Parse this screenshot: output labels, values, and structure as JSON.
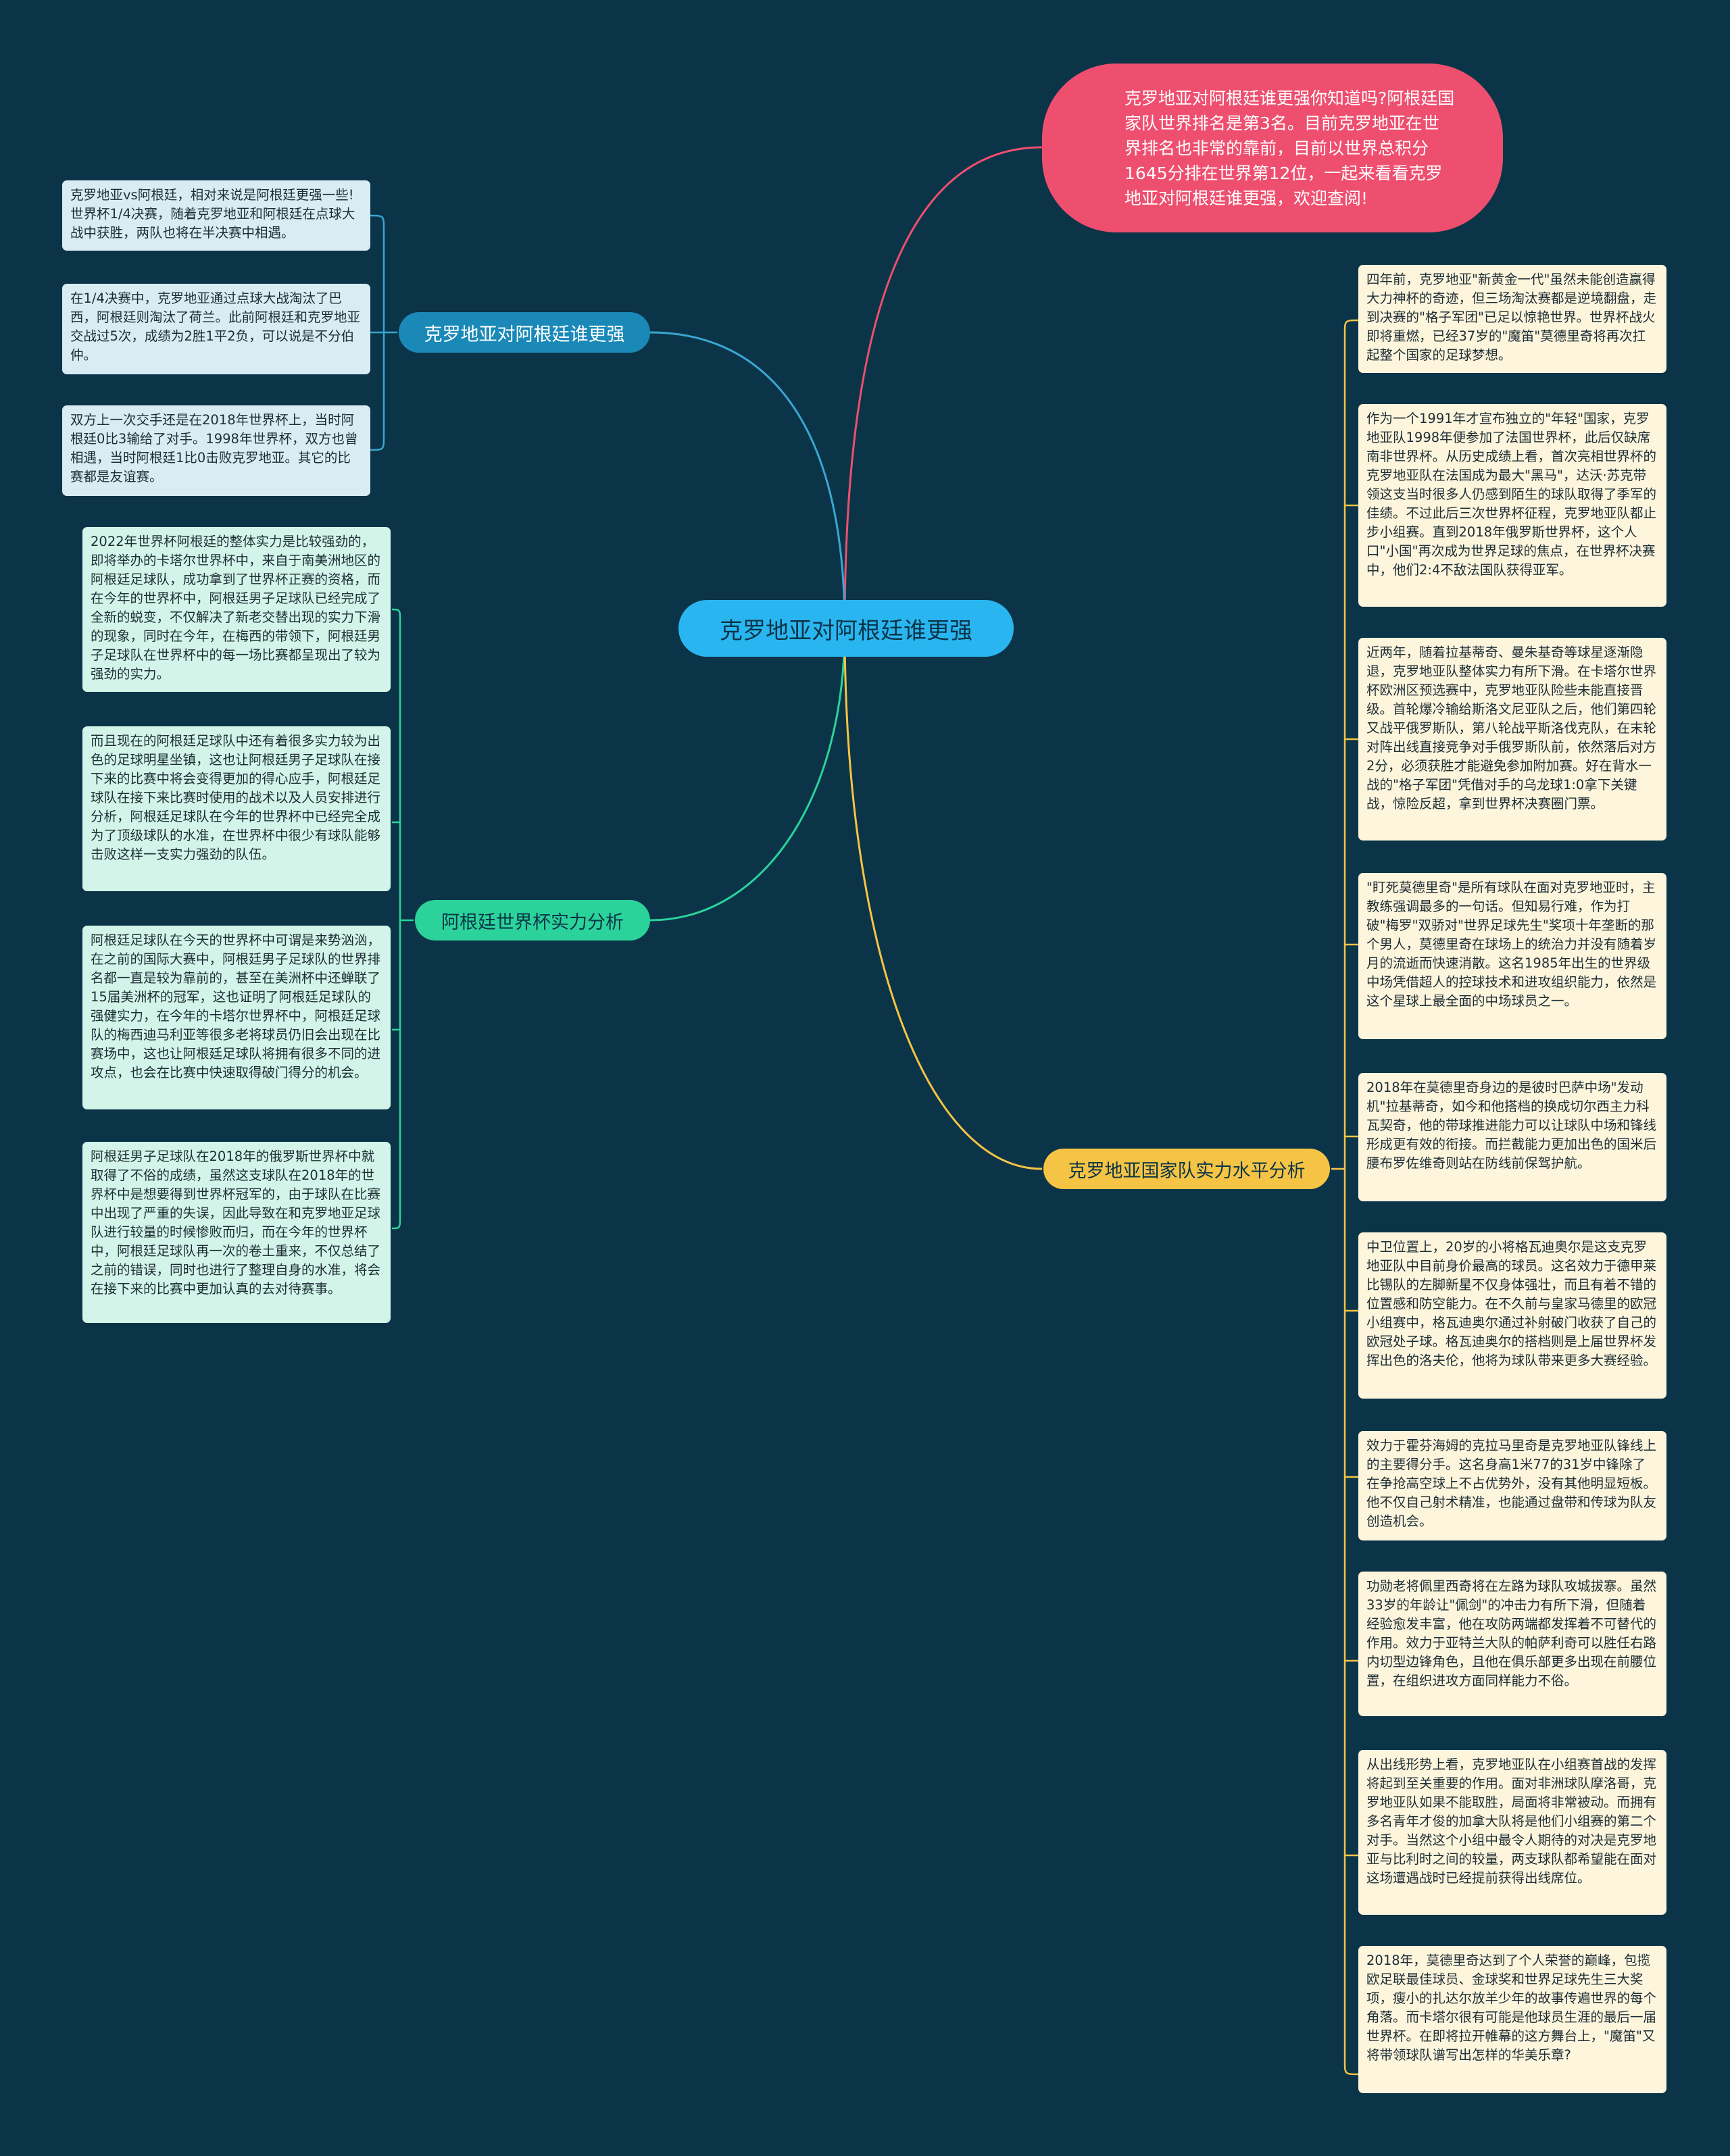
{
  "colors": {
    "background": "#0b3448",
    "center": "#29b6f0",
    "branch_blue": "#1a89b8",
    "branch_green": "#2bd39a",
    "branch_yellow": "#f6c444",
    "intro": "#ef4f6f",
    "line_intro": "#ef4f6f",
    "line_blue": "#3aa6d2",
    "line_green": "#2bd39a",
    "line_yellow": "#f6c444"
  },
  "center": {
    "label": "克罗地亚对阿根廷谁更强"
  },
  "intro": {
    "text": "克罗地亚对阿根廷谁更强你知道吗?阿根廷国家队世界排名是第3名。目前克罗地亚在世界排名也非常的靠前，目前以世界总积分1645分排在世界第12位，一起来看看克罗地亚对阿根廷谁更强，欢迎查阅!"
  },
  "branches": [
    {
      "label": "克罗地亚对阿根廷谁更强",
      "leaves": [
        "克罗地亚vs阿根廷，相对来说是阿根廷更强一些!世界杯1/4决赛，随着克罗地亚和阿根廷在点球大战中获胜，两队也将在半决赛中相遇。",
        "在1/4决赛中，克罗地亚通过点球大战淘汰了巴西，阿根廷则淘汰了荷兰。此前阿根廷和克罗地亚交战过5次，成绩为2胜1平2负，可以说是不分伯仲。",
        "双方上一次交手还是在2018年世界杯上，当时阿根廷0比3输给了对手。1998年世界杯，双方也曾相遇，当时阿根廷1比0击败克罗地亚。其它的比赛都是友谊赛。"
      ]
    },
    {
      "label": "阿根廷世界杯实力分析",
      "leaves": [
        "2022年世界杯阿根廷的整体实力是比较强劲的，即将举办的卡塔尔世界杯中，来自于南美洲地区的阿根廷足球队，成功拿到了世界杯正赛的资格，而在今年的世界杯中，阿根廷男子足球队已经完成了全新的蜕变，不仅解决了新老交替出现的实力下滑的现象，同时在今年，在梅西的带领下，阿根廷男子足球队在世界杯中的每一场比赛都呈现出了较为强劲的实力。",
        "而且现在的阿根廷足球队中还有着很多实力较为出色的足球明星坐镇，这也让阿根廷男子足球队在接下来的比赛中将会变得更加的得心应手，阿根廷足球队在接下来比赛时使用的战术以及人员安排进行分析，阿根廷足球队在今年的世界杯中已经完全成为了顶级球队的水准，在世界杯中很少有球队能够击败这样一支实力强劲的队伍。",
        "阿根廷足球队在今天的世界杯中可谓是来势汹汹，在之前的国际大赛中，阿根廷男子足球队的世界排名都一直是较为靠前的，甚至在美洲杯中还蝉联了15届美洲杯的冠军，这也证明了阿根廷足球队的强健实力，在今年的卡塔尔世界杯中，阿根廷足球队的梅西迪马利亚等很多老将球员仍旧会出现在比赛场中，这也让阿根廷足球队将拥有很多不同的进攻点，也会在比赛中快速取得破门得分的机会。",
        "阿根廷男子足球队在2018年的俄罗斯世界杯中就取得了不俗的成绩，虽然这支球队在2018年的世界杯中是想要得到世界杯冠军的，由于球队在比赛中出现了严重的失误，因此导致在和克罗地亚足球队进行较量的时候惨败而归，而在今年的世界杯中，阿根廷足球队再一次的卷土重来，不仅总结了之前的错误，同时也进行了整理自身的水准，将会在接下来的比赛中更加认真的去对待赛事。"
      ]
    },
    {
      "label": "克罗地亚国家队实力水平分析",
      "leaves": [
        "四年前，克罗地亚\"新黄金一代\"虽然未能创造赢得大力神杯的奇迹，但三场淘汰赛都是逆境翻盘，走到决赛的\"格子军团\"已足以惊艳世界。世界杯战火即将重燃，已经37岁的\"魔笛\"莫德里奇将再次扛起整个国家的足球梦想。",
        "作为一个1991年才宣布独立的\"年轻\"国家，克罗地亚队1998年便参加了法国世界杯，此后仅缺席南非世界杯。从历史成绩上看，首次亮相世界杯的克罗地亚队在法国成为最大\"黑马\"，达沃·苏克带领这支当时很多人仍感到陌生的球队取得了季军的佳绩。不过此后三次世界杯征程，克罗地亚队都止步小组赛。直到2018年俄罗斯世界杯，这个人口\"小国\"再次成为世界足球的焦点，在世界杯决赛中，他们2:4不敌法国队获得亚军。",
        "近两年，随着拉基蒂奇、曼朱基奇等球星逐渐隐退，克罗地亚队整体实力有所下滑。在卡塔尔世界杯欧洲区预选赛中，克罗地亚队险些未能直接晋级。首轮爆冷输给斯洛文尼亚队之后，他们第四轮又战平俄罗斯队，第八轮战平斯洛伐克队，在末轮对阵出线直接竞争对手俄罗斯队前，依然落后对方2分，必须获胜才能避免参加附加赛。好在背水一战的\"格子军团\"凭借对手的乌龙球1:0拿下关键战，惊险反超，拿到世界杯决赛圈门票。",
        "\"盯死莫德里奇\"是所有球队在面对克罗地亚时，主教练强调最多的一句话。但知易行难，作为打破\"梅罗\"双骄对\"世界足球先生\"奖项十年垄断的那个男人，莫德里奇在球场上的统治力并没有随着岁月的流逝而快速消散。这名1985年出生的世界级中场凭借超人的控球技术和进攻组织能力，依然是这个星球上最全面的中场球员之一。",
        "2018年在莫德里奇身边的是彼时巴萨中场\"发动机\"拉基蒂奇，如今和他搭档的换成切尔西主力科瓦契奇，他的带球推进能力可以让球队中场和锋线形成更有效的衔接。而拦截能力更加出色的国米后腰布罗佐维奇则站在防线前保驾护航。",
        "中卫位置上，20岁的小将格瓦迪奥尔是这支克罗地亚队中目前身价最高的球员。这名效力于德甲莱比锡队的左脚新星不仅身体强壮，而且有着不错的位置感和防空能力。在不久前与皇家马德里的欧冠小组赛中，格瓦迪奥尔通过补射破门收获了自己的欧冠处子球。格瓦迪奥尔的搭档则是上届世界杯发挥出色的洛夫伦，他将为球队带来更多大赛经验。",
        "效力于霍芬海姆的克拉马里奇是克罗地亚队锋线上的主要得分手。这名身高1米77的31岁中锋除了在争抢高空球上不占优势外，没有其他明显短板。他不仅自己射术精准，也能通过盘带和传球为队友创造机会。",
        "功勋老将佩里西奇将在左路为球队攻城拔寨。虽然33岁的年龄让\"佩剑\"的冲击力有所下滑，但随着经验愈发丰富，他在攻防两端都发挥着不可替代的作用。效力于亚特兰大队的帕萨利奇可以胜任右路内切型边锋角色，且他在俱乐部更多出现在前腰位置，在组织进攻方面同样能力不俗。",
        "从出线形势上看，克罗地亚队在小组赛首战的发挥将起到至关重要的作用。面对非洲球队摩洛哥，克罗地亚队如果不能取胜，局面将非常被动。而拥有多名青年才俊的加拿大队将是他们小组赛的第二个对手。当然这个小组中最令人期待的对决是克罗地亚与比利时之间的较量，两支球队都希望能在面对这场遭遇战时已经提前获得出线席位。",
        "2018年，莫德里奇达到了个人荣誉的巅峰，包揽欧足联最佳球员、金球奖和世界足球先生三大奖项，瘦小的扎达尔放羊少年的故事传遍世界的每个角落。而卡塔尔很有可能是他球员生涯的最后一届世界杯。在即将拉开帷幕的这方舞台上，\"魔笛\"又将带领球队谱写出怎样的华美乐章?"
      ]
    }
  ]
}
